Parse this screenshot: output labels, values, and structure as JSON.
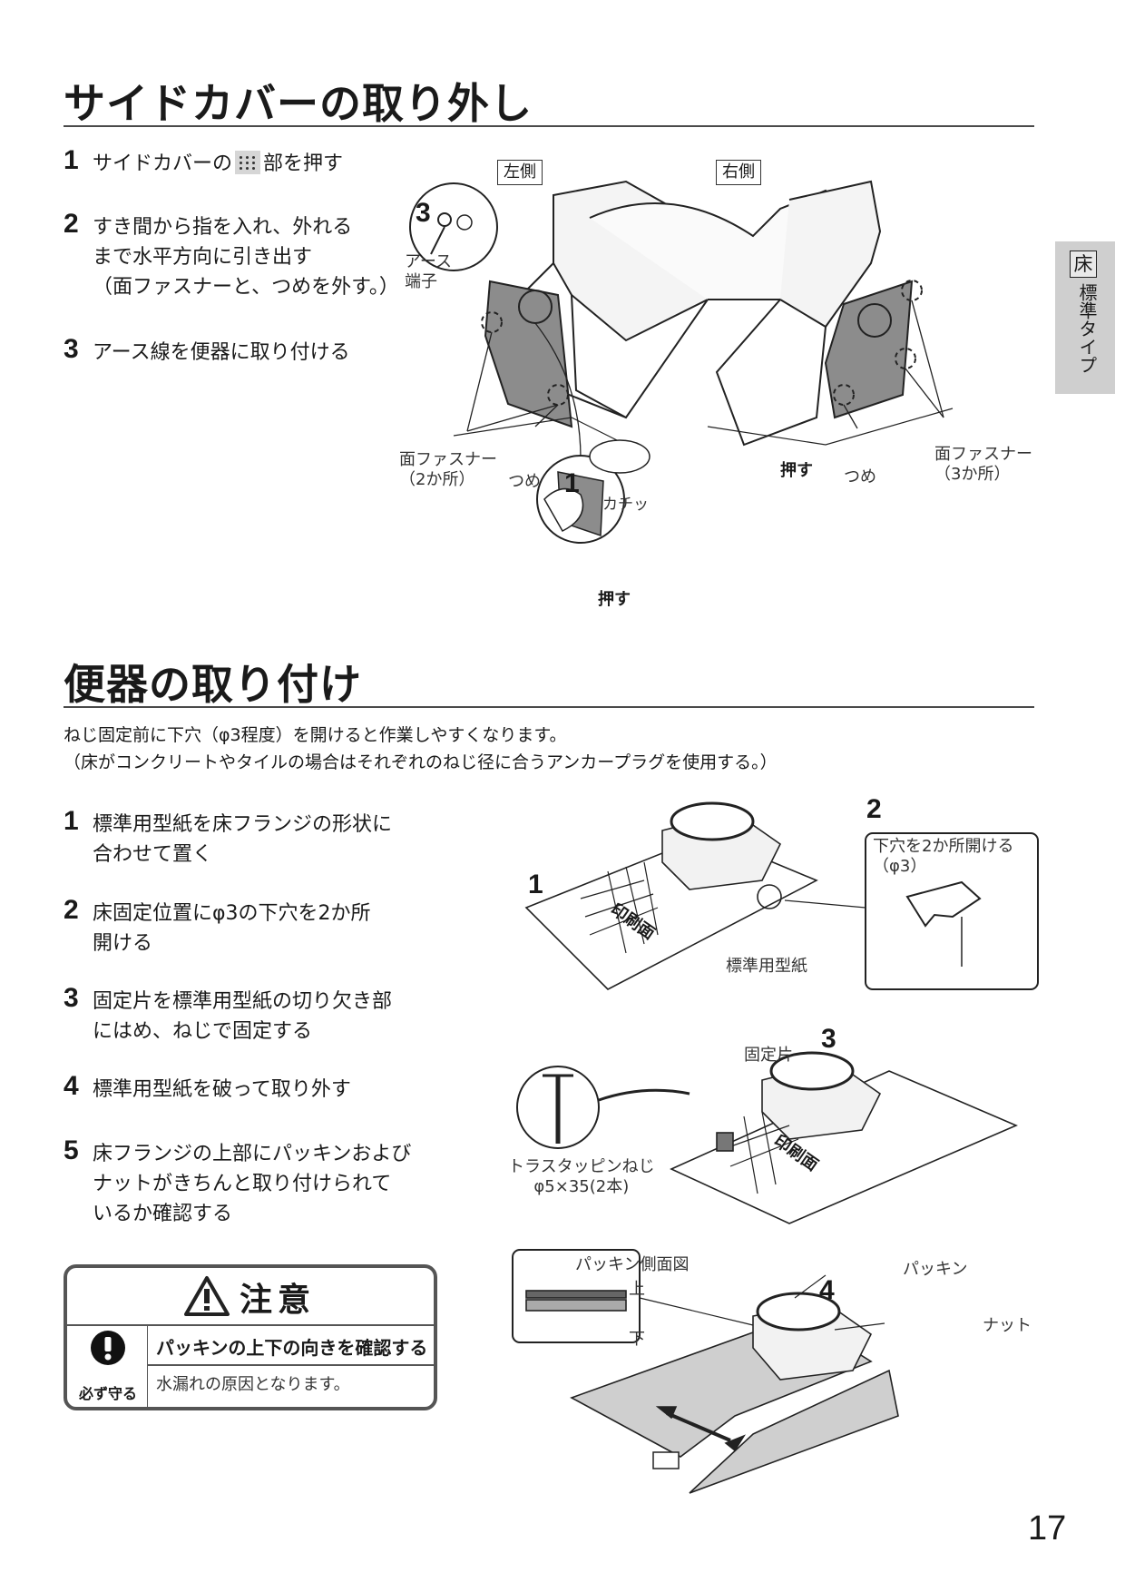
{
  "section1": {
    "title": "サイドカバーの取り外し",
    "steps": [
      {
        "num": "1",
        "before": "サイドカバーの",
        "after": "部を押す"
      },
      {
        "num": "2",
        "text": "すき間から指を入れ、外れる\nまで水平方向に引き出す\n（面ファスナーと、つめを外す。）"
      },
      {
        "num": "3",
        "text": "アース線を便器に取り付ける"
      }
    ],
    "figure": {
      "left_side": "左側",
      "right_side": "右側",
      "num3": "3",
      "earth_terminal": "アース\n端子",
      "fastener_left": "面ファスナー\n（2か所）",
      "claw_left": "つめ",
      "num1": "1",
      "click": "カチッ",
      "push_bottom": "押す",
      "push_right": "押す",
      "claw_right": "つめ",
      "fastener_right": "面ファスナー\n（3か所）"
    }
  },
  "side_tab": {
    "kanji": "床",
    "label": "標準タイプ"
  },
  "section2": {
    "title": "便器の取り付け",
    "intro": "ねじ固定前に下穴（φ3程度）を開けると作業しやすくなります。\n（床がコンクリートやタイルの場合はそれぞれのねじ径に合うアンカープラグを使用する。）",
    "steps": [
      {
        "num": "1",
        "text": "標準用型紙を床フランジの形状に\n合わせて置く"
      },
      {
        "num": "2",
        "text": "床固定位置にφ3の下穴を2か所\n開ける"
      },
      {
        "num": "3",
        "text": "固定片を標準用型紙の切り欠き部\nにはめ、ねじで固定する"
      },
      {
        "num": "4",
        "text": "標準用型紙を破って取り外す"
      },
      {
        "num": "5",
        "text": "床フランジの上部にパッキンおよび\nナットがきちんと取り付けられて\nいるか確認する"
      }
    ],
    "figure": {
      "num1": "1",
      "num2": "2",
      "num3": "3",
      "num4": "4",
      "pilot_hole": "下穴を2か所開ける\n（φ3）",
      "print_side": "印刷面",
      "print_side2": "印刷面",
      "template": "標準用型紙",
      "fixing_piece": "固定片",
      "screw": "トラスタッピンねじ\nφ5×35(2本)",
      "gasket_view": "パッキン側面図",
      "top": "上",
      "bottom": "下",
      "gasket": "パッキン",
      "nut": "ナット"
    }
  },
  "caution": {
    "title": "注意",
    "must": "必ず守る",
    "point": "パッキンの上下の向きを確認する",
    "sub": "水漏れの原因となります。"
  },
  "page_number": "17"
}
